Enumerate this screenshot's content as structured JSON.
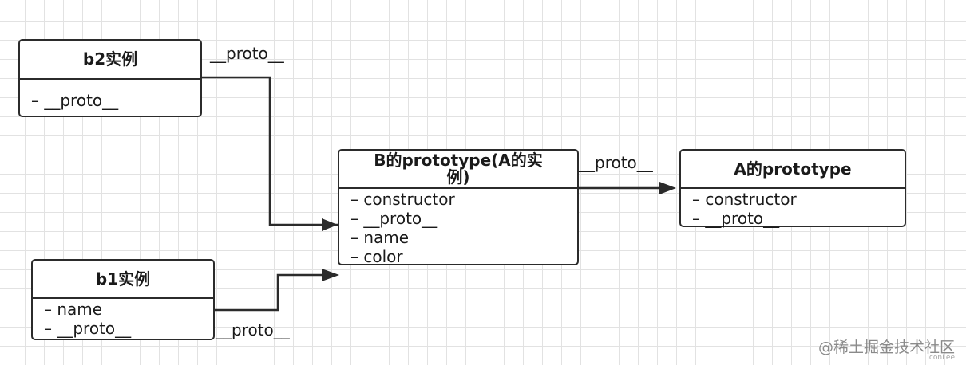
{
  "boxes": {
    "b2": {
      "title": "b2实例",
      "fields": [
        "– __proto__"
      ]
    },
    "b_proto": {
      "title": "B的prototype(A的实例)",
      "fields": [
        "– constructor",
        "– __proto__",
        "– name",
        "– color"
      ]
    },
    "a_proto": {
      "title": "A的prototype",
      "fields": [
        "– constructor",
        "– __proto__"
      ]
    },
    "b1": {
      "title": "b1实例",
      "fields": [
        "– name",
        "– __proto__"
      ]
    }
  },
  "edges": {
    "b2_to_b_proto": "__proto__",
    "b_proto_to_a_proto": "__proto__",
    "b1_to_b_proto": "__proto__"
  },
  "watermark": "@稀土掘金技术社区",
  "watermark_sub": "iconLee"
}
